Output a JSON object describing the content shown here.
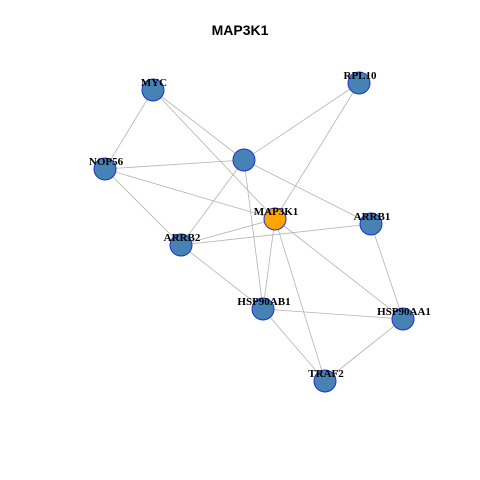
{
  "title": "MAP3K1",
  "colors": {
    "node_fill": "#4682b4",
    "node_border": "#1f2fd1",
    "highlight_fill": "#ffa500",
    "edge": "#b3b3b3"
  },
  "nodes": [
    {
      "id": "MYC",
      "label": "MYC",
      "highlight": false
    },
    {
      "id": "RPL10",
      "label": "RPL10",
      "highlight": false
    },
    {
      "id": "NOP56",
      "label": "NOP56",
      "highlight": false
    },
    {
      "id": "UNLABELED",
      "label": "",
      "highlight": false
    },
    {
      "id": "MAP3K1",
      "label": "MAP3K1",
      "highlight": true
    },
    {
      "id": "ARRB1",
      "label": "ARRB1",
      "highlight": false
    },
    {
      "id": "ARRB2",
      "label": "ARRB2",
      "highlight": false
    },
    {
      "id": "HSP90AB1",
      "label": "HSP90AB1",
      "highlight": false
    },
    {
      "id": "HSP90AA1",
      "label": "HSP90AA1",
      "highlight": false
    },
    {
      "id": "TRAF2",
      "label": "TRAF2",
      "highlight": false
    }
  ],
  "edges": [
    [
      "MYC",
      "NOP56"
    ],
    [
      "MYC",
      "UNLABELED"
    ],
    [
      "MYC",
      "MAP3K1"
    ],
    [
      "RPL10",
      "UNLABELED"
    ],
    [
      "RPL10",
      "MAP3K1"
    ],
    [
      "NOP56",
      "UNLABELED"
    ],
    [
      "NOP56",
      "MAP3K1"
    ],
    [
      "NOP56",
      "ARRB2"
    ],
    [
      "UNLABELED",
      "ARRB1"
    ],
    [
      "UNLABELED",
      "ARRB2"
    ],
    [
      "UNLABELED",
      "HSP90AB1"
    ],
    [
      "MAP3K1",
      "ARRB2"
    ],
    [
      "MAP3K1",
      "HSP90AB1"
    ],
    [
      "MAP3K1",
      "HSP90AA1"
    ],
    [
      "MAP3K1",
      "TRAF2"
    ],
    [
      "ARRB1",
      "ARRB2"
    ],
    [
      "ARRB1",
      "HSP90AA1"
    ],
    [
      "ARRB2",
      "HSP90AB1"
    ],
    [
      "HSP90AB1",
      "HSP90AA1"
    ],
    [
      "HSP90AB1",
      "TRAF2"
    ],
    [
      "HSP90AA1",
      "TRAF2"
    ]
  ]
}
